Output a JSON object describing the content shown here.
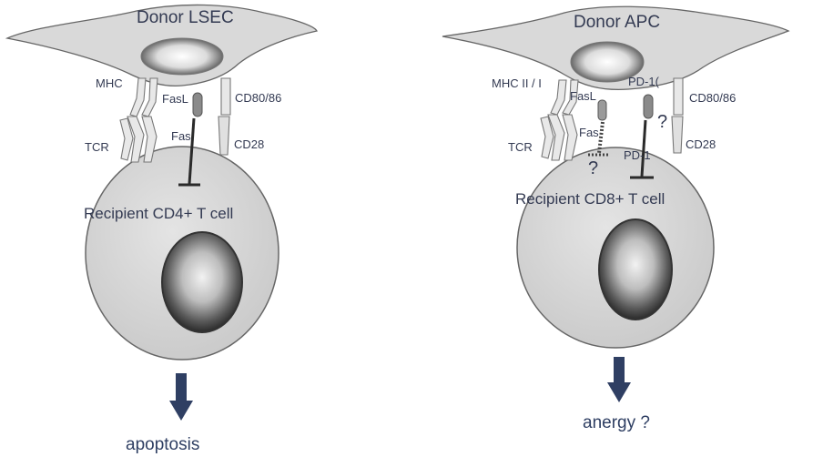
{
  "left_panel": {
    "donor_label": "Donor  LSEC",
    "mhc_label": "MHC",
    "fasl_label": "FasL",
    "cd80_label": "CD80/86",
    "tcr_label": "TCR",
    "fas_label": "Fas",
    "cd28_label": "CD28",
    "recipient_label": "Recipient  CD4+ T cell",
    "outcome_label": "apoptosis"
  },
  "right_panel": {
    "donor_label": "Donor  APC",
    "mhc_label": "MHC II / I",
    "fasl_label": "FasL",
    "pdl1_label": "PD-1(",
    "cd80_label": "CD80/86",
    "tcr_label": "TCR",
    "fas_label": "Fas",
    "pd1_label": "PD-1",
    "cd28_label": "CD28",
    "question_fas": "?",
    "question_pd1": "?",
    "recipient_label": "Recipient  CD8+ T cell",
    "outcome_label": "anergy ?"
  },
  "colors": {
    "cell_fill": "#d8d8d8",
    "cell_stroke": "#666666",
    "nucleus_dark": "#3a3a3a",
    "arrow": "#2f3f63",
    "text": "#333a52"
  }
}
